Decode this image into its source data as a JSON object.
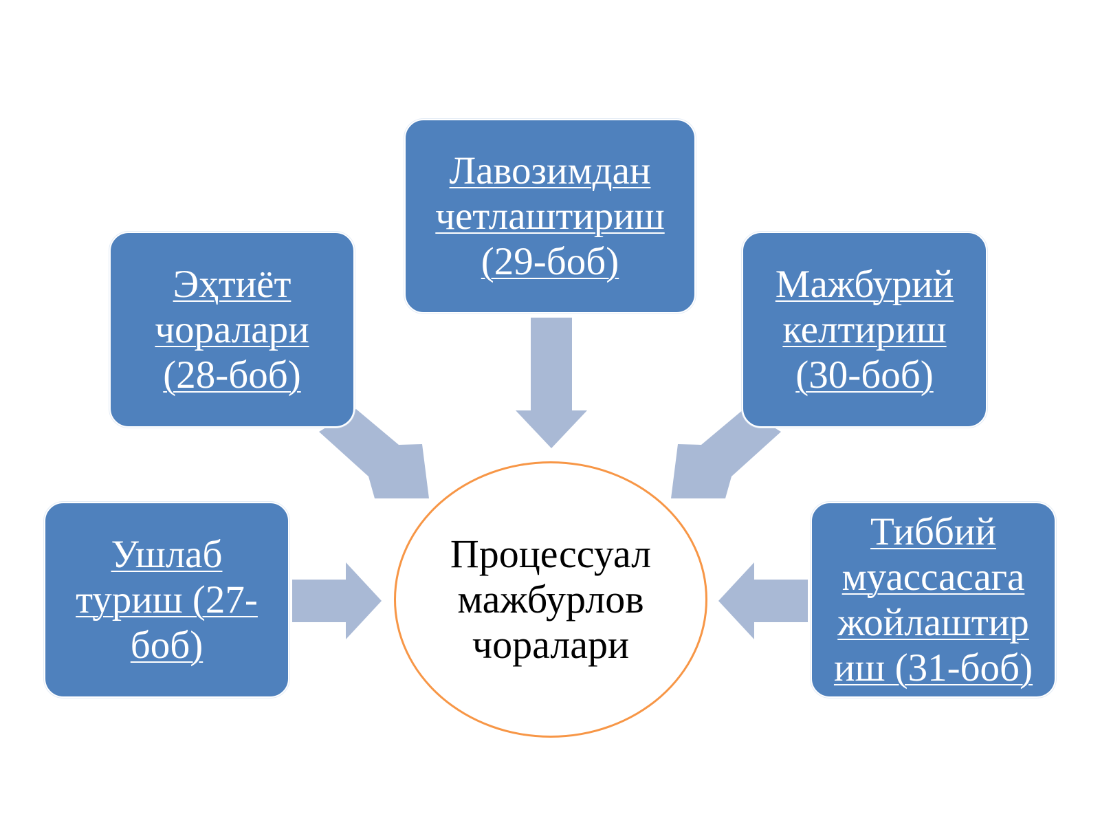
{
  "center": {
    "line1": "Процессуал",
    "line2": "мажбурлов",
    "line3": "чоралари"
  },
  "nodes": {
    "top": {
      "line1": "Лавозимдан",
      "line2": "четлаштириш",
      "line3": "(29-боб)"
    },
    "upper_left": {
      "line1": "Эҳтиёт",
      "line2": "чоралари",
      "line3": "(28-боб)"
    },
    "upper_right": {
      "line1": "Мажбурий",
      "line2": "келтириш",
      "line3": "(30-боб)"
    },
    "lower_left": {
      "line1": "Ушлаб",
      "line2": "туриш (27-",
      "line3": "боб)"
    },
    "lower_right": {
      "line1": "Тиббий",
      "line2": "муассасага",
      "line3": "жойлаштир",
      "line4": "иш (31-боб)"
    }
  },
  "colors": {
    "box_fill": "#4f81bd",
    "arrow_fill": "#a9b9d5",
    "circle_border": "#f79646",
    "box_text": "#ffffff",
    "center_text": "#000000"
  }
}
